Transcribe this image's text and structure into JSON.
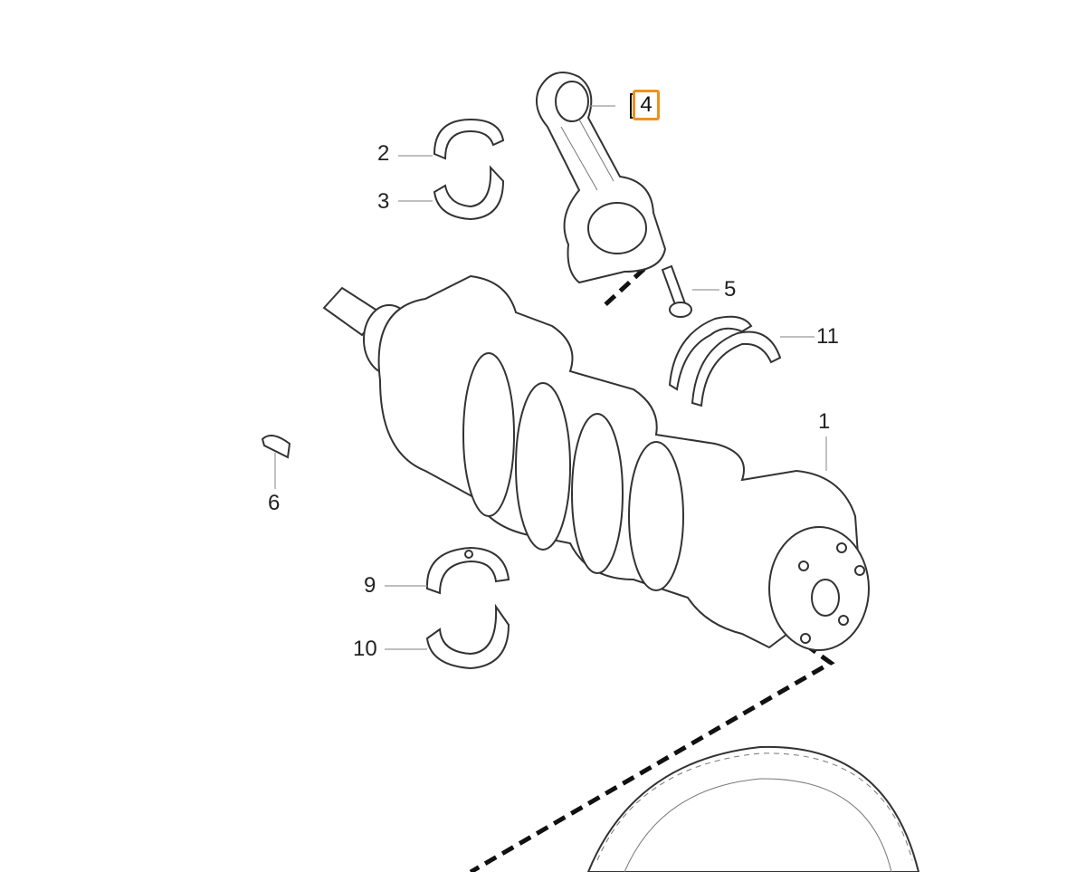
{
  "diagram": {
    "highlight_color": "#f0901e",
    "callouts": [
      {
        "id": "1",
        "label": "1"
      },
      {
        "id": "2",
        "label": "2"
      },
      {
        "id": "3",
        "label": "3"
      },
      {
        "id": "4",
        "label": "4",
        "highlighted": true
      },
      {
        "id": "5",
        "label": "5"
      },
      {
        "id": "6",
        "label": "6"
      },
      {
        "id": "9",
        "label": "9"
      },
      {
        "id": "10",
        "label": "10"
      },
      {
        "id": "11",
        "label": "11"
      }
    ]
  }
}
